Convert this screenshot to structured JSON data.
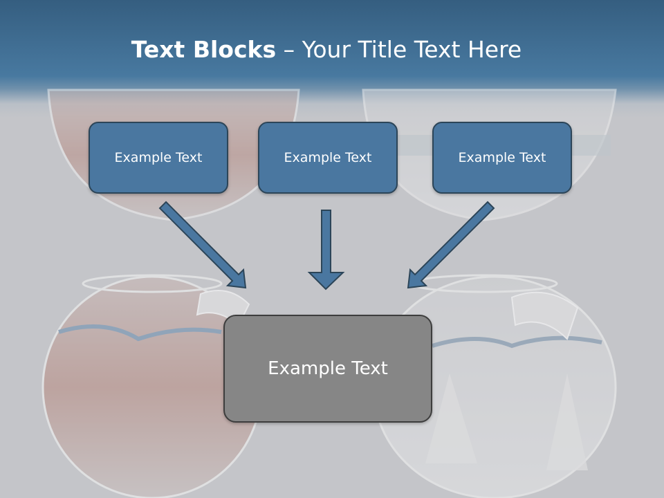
{
  "slide": {
    "title_bold": "Text Blocks",
    "title_rest": " – Your Title Text Here"
  },
  "blocks": [
    {
      "label": "Example Text"
    },
    {
      "label": "Example Text"
    },
    {
      "label": "Example Text"
    }
  ],
  "center_block": {
    "label": "Example Text"
  },
  "colors": {
    "header": "#4879a0",
    "block_fill": "#4a77a0",
    "block_border": "#2c4558",
    "center_fill": "#868686",
    "background": "#c4c5c9"
  }
}
